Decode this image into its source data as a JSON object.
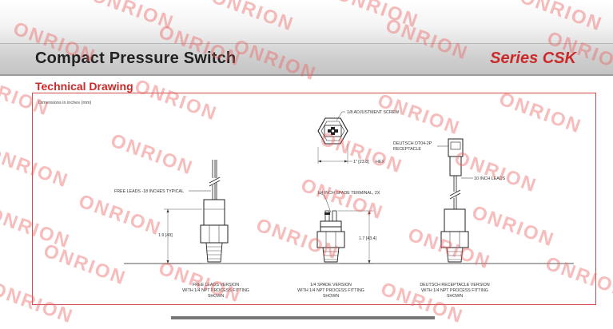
{
  "header": {
    "title": "Compact Pressure Switch",
    "series": "Series CSK"
  },
  "section": {
    "title": "Technical Drawing"
  },
  "drawing": {
    "units_note": "Dimensions in inches (mm)",
    "labels": {
      "adjustment_screw": "1/8 ADJUSTMENT SCREW",
      "hex": "HEX",
      "hex_dim": "1\" [23.8]",
      "deutsch_receptacle_line1": "DEUTSCH DT04-2P",
      "deutsch_receptacle_line2": "RECEPTACLE",
      "ten_inch_leads": "10 INCH LEADS",
      "free_leads": "FREE LEADS -18 INCHES TYPICAL",
      "spade_terminal": "1/4 INCH SPADE TERMINAL, 2X",
      "dim_free": "1.9 [49]",
      "dim_spade": "1.7 [43.4]"
    },
    "captions": {
      "free": [
        "FREE LEADS VERSION",
        "WITH 1/4 NPT PROCESS FITTING",
        "SHOWN"
      ],
      "spade": [
        "1/4 SPADE VERSION",
        "WITH 1/4 NPT PROCESS FITTING",
        "SHOWN"
      ],
      "deutsch": [
        "DEUTSCH RECEPTACLE VERSION",
        "WITH 1/4 NPT PROCESS FITTING",
        "SHOWN"
      ]
    }
  },
  "watermark": {
    "text": "ONRION",
    "color": "#ec6060"
  },
  "colors": {
    "accent": "#cc2a2a",
    "frame": "#d24a4a"
  }
}
